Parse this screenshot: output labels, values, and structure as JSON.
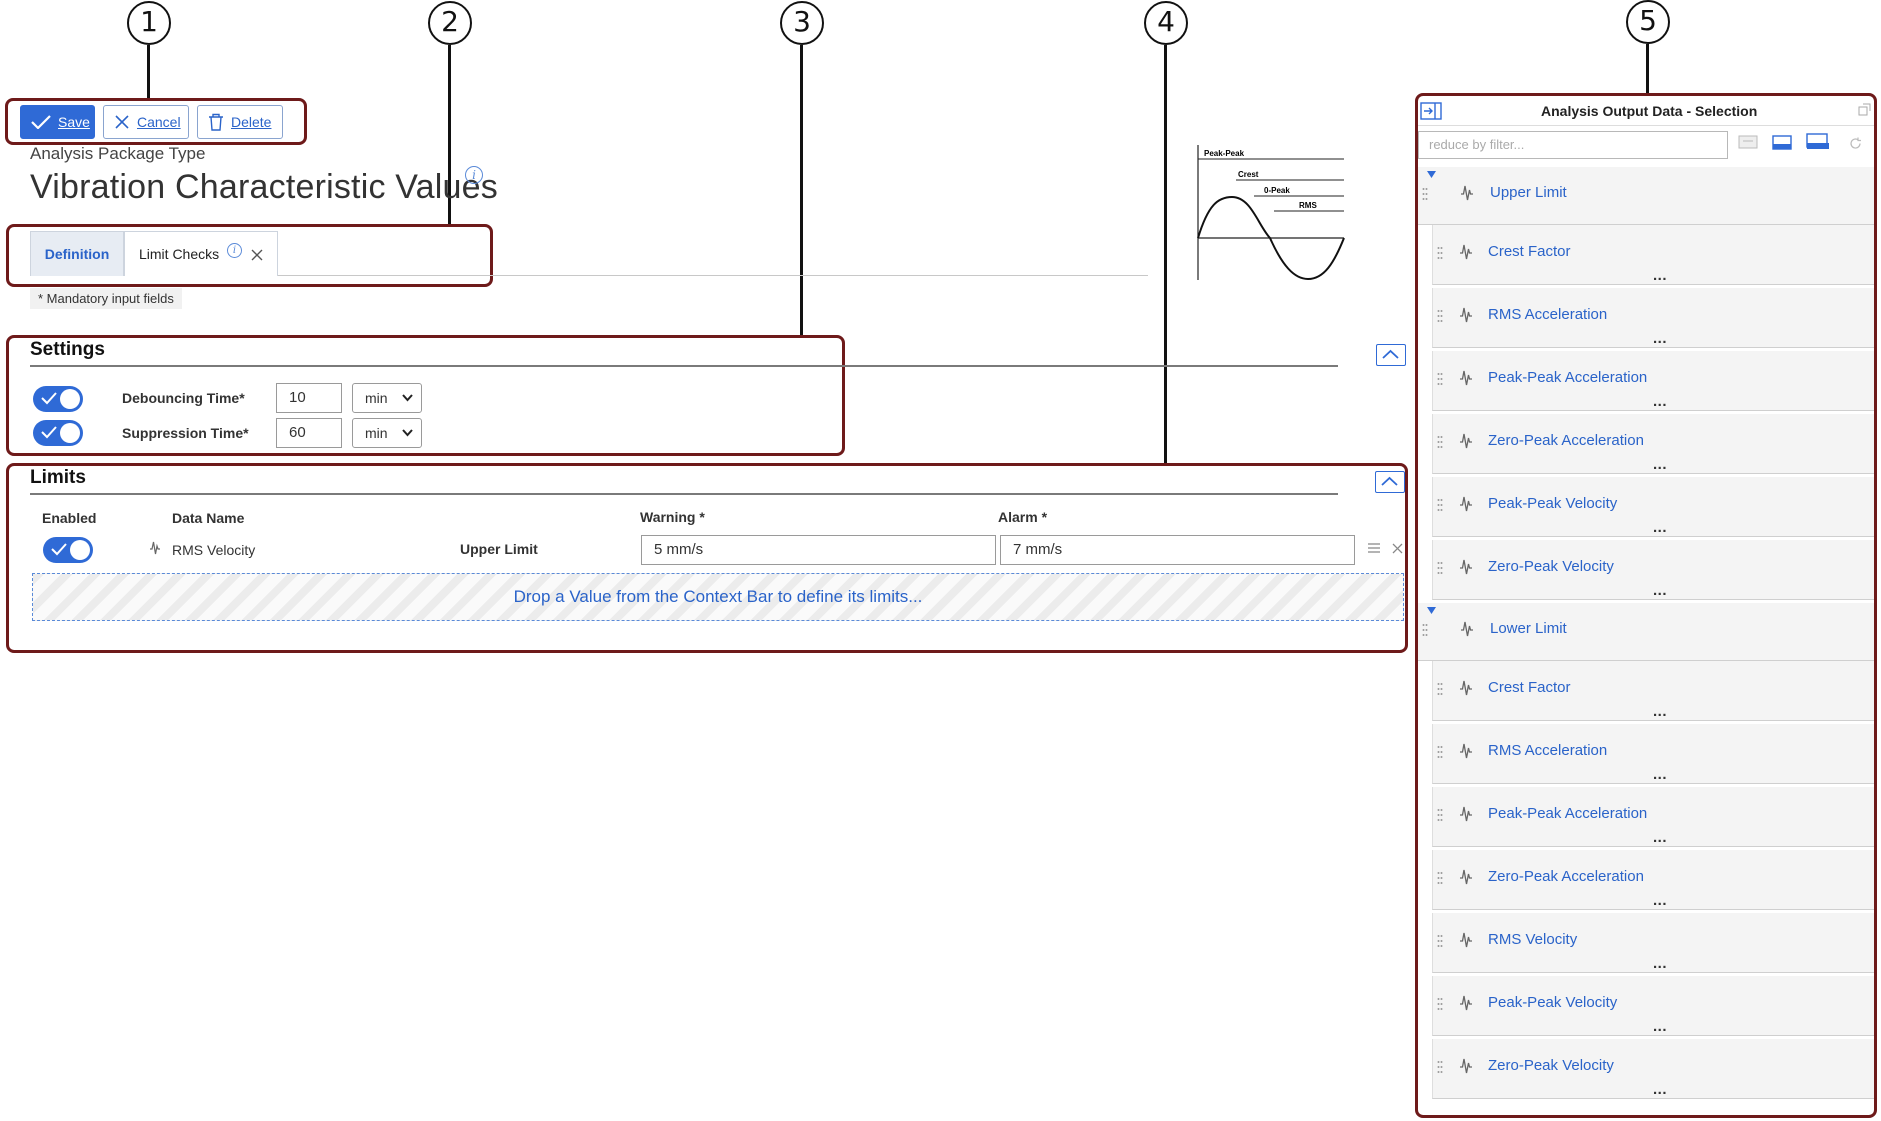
{
  "callouts": [
    "1",
    "2",
    "3",
    "4",
    "5"
  ],
  "toolbar": {
    "save_label": "Save",
    "cancel_label": "Cancel",
    "delete_label": "Delete"
  },
  "header": {
    "package_type_label": "Analysis Package Type",
    "title": "Vibration Characteristic Values"
  },
  "tabs": [
    {
      "label": "Definition",
      "active": true
    },
    {
      "label": "Limit Checks",
      "active": false
    }
  ],
  "mandatory_note": "* Mandatory input fields",
  "diagram_labels": {
    "peak_peak": "Peak-Peak",
    "crest": "Crest",
    "zero_peak": "0-Peak",
    "rms": "RMS"
  },
  "settings": {
    "title": "Settings",
    "debouncing": {
      "label": "Debouncing Time*",
      "value": "10",
      "unit": "min",
      "enabled": true
    },
    "suppression": {
      "label": "Suppression Time*",
      "value": "60",
      "unit": "min",
      "enabled": true
    }
  },
  "limits": {
    "title": "Limits",
    "columns": {
      "enabled": "Enabled",
      "data_name": "Data Name",
      "warning": "Warning *",
      "alarm": "Alarm *"
    },
    "rows": [
      {
        "enabled": true,
        "data_name": "RMS Velocity",
        "limit_type": "Upper Limit",
        "warning": "5 mm/s",
        "alarm": "7 mm/s"
      }
    ],
    "dropzone_text": "Drop a Value from the Context Bar to define its limits..."
  },
  "panel": {
    "title": "Analysis Output Data - Selection",
    "filter_placeholder": "reduce by filter...",
    "groups": [
      {
        "label": "Upper Limit",
        "items": [
          "Crest Factor",
          "RMS Acceleration",
          "Peak-Peak Acceleration",
          "Zero-Peak Acceleration",
          "Peak-Peak Velocity",
          "Zero-Peak Velocity"
        ]
      },
      {
        "label": "Lower Limit",
        "items": [
          "Crest Factor",
          "RMS Acceleration",
          "Peak-Peak Acceleration",
          "Zero-Peak Acceleration",
          "RMS Velocity",
          "Peak-Peak Velocity",
          "Zero-Peak Velocity"
        ]
      }
    ],
    "more_label": "..."
  },
  "colors": {
    "accent": "#2f6ad6",
    "highlight": "#6e1a1a",
    "link": "#2a63c9"
  }
}
